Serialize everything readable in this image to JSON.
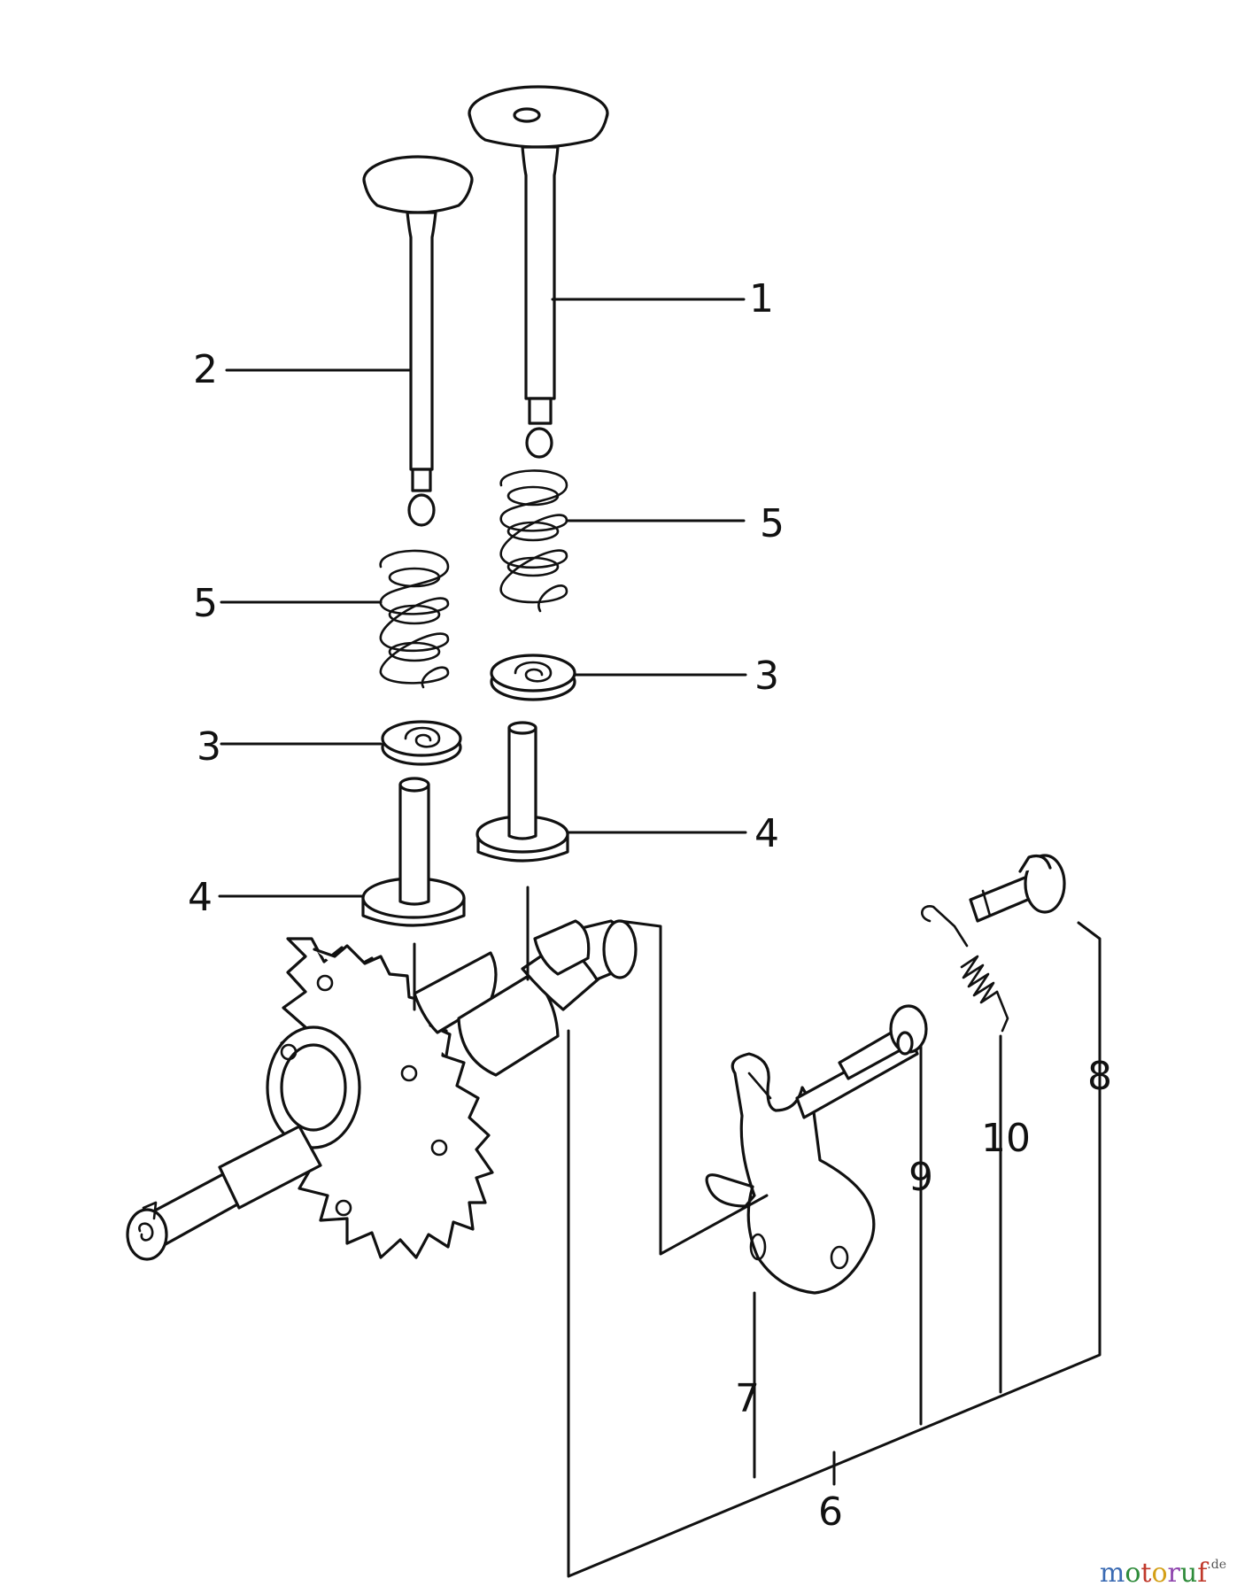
{
  "callouts": {
    "c1": "1",
    "c2": "2",
    "c5a": "5",
    "c5b": "5",
    "c3a": "3",
    "c3b": "3",
    "c4a": "4",
    "c4b": "4",
    "c6": "6",
    "c7": "7",
    "c8": "8",
    "c9": "9",
    "c10": "10"
  },
  "watermark": {
    "m": "m",
    "o1": "o",
    "t": "t",
    "o2": "o",
    "r": "r",
    "u": "u",
    "f": "f",
    "de": ".de",
    "colors": {
      "m": "#3b6bb3",
      "o1": "#2e8b3a",
      "t": "#c0392b",
      "o2": "#d4a017",
      "r": "#8e44ad",
      "u": "#2e8b3a",
      "f": "#c0392b",
      "de": "#555555"
    }
  }
}
